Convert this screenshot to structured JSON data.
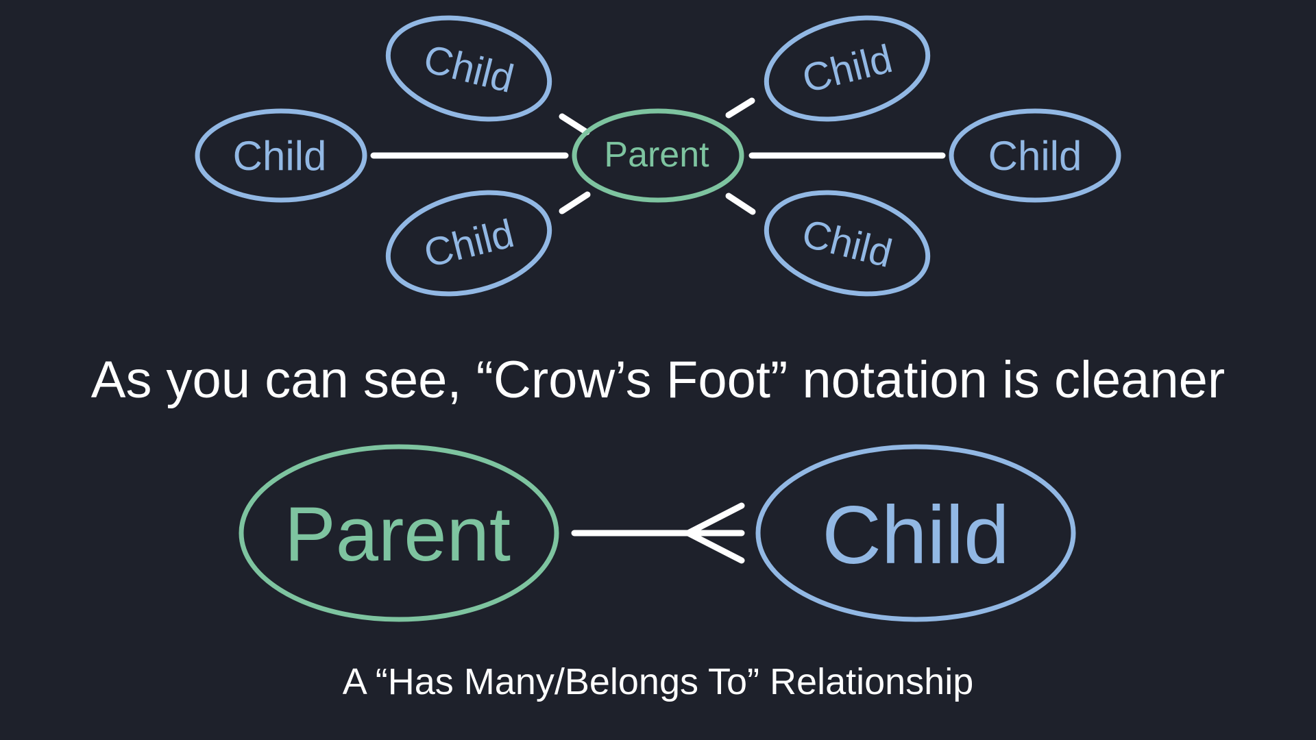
{
  "colors": {
    "background": "#1e212b",
    "parent": "#7ec4a0",
    "child": "#92b8e4",
    "line": "#ffffff",
    "text": "#ffffff"
  },
  "top_diagram": {
    "parent_label": "Parent",
    "children": [
      {
        "label": "Child"
      },
      {
        "label": "Child"
      },
      {
        "label": "Child"
      },
      {
        "label": "Child"
      },
      {
        "label": "Child"
      },
      {
        "label": "Child"
      }
    ]
  },
  "headline": "As you can see, “Crow’s Foot” notation is cleaner",
  "crows_foot_diagram": {
    "parent_label": "Parent",
    "child_label": "Child"
  },
  "subtitle": "A “Has Many/Belongs To” Relationship"
}
